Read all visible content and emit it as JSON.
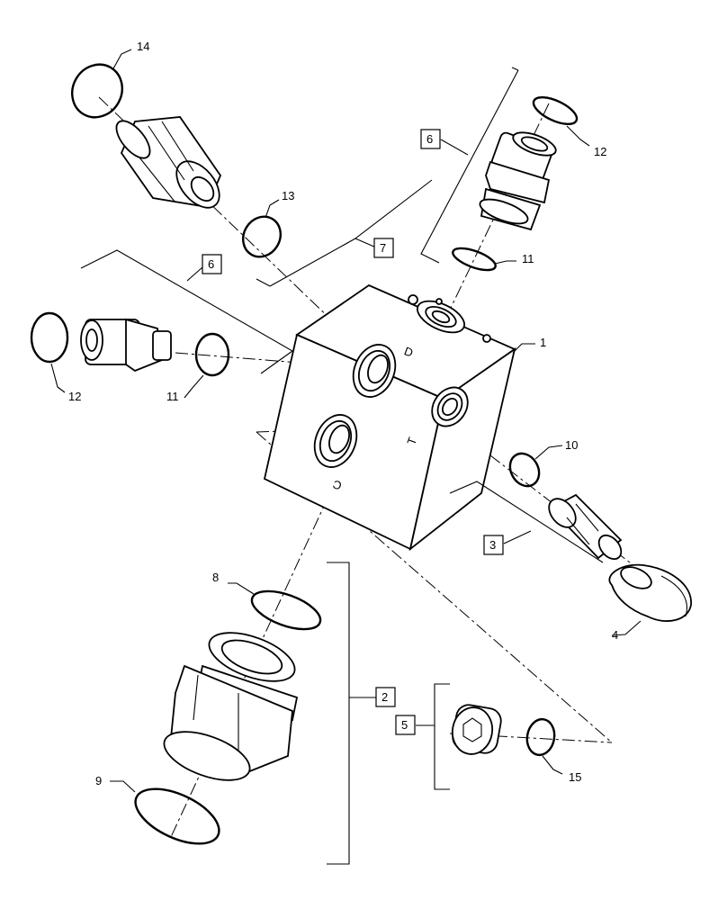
{
  "callouts": {
    "c1": "1",
    "c2": "2",
    "c3": "3",
    "c4": "4",
    "c5": "5",
    "c6a": "6",
    "c6b": "6",
    "c7": "7",
    "c8": "8",
    "c9": "9",
    "c10": "10",
    "c11a": "11",
    "c11b": "11",
    "c12a": "12",
    "c12b": "12",
    "c13": "13",
    "c14": "14",
    "c15": "15"
  },
  "port_marks": {
    "d": "D",
    "c": "C",
    "t": "T"
  }
}
